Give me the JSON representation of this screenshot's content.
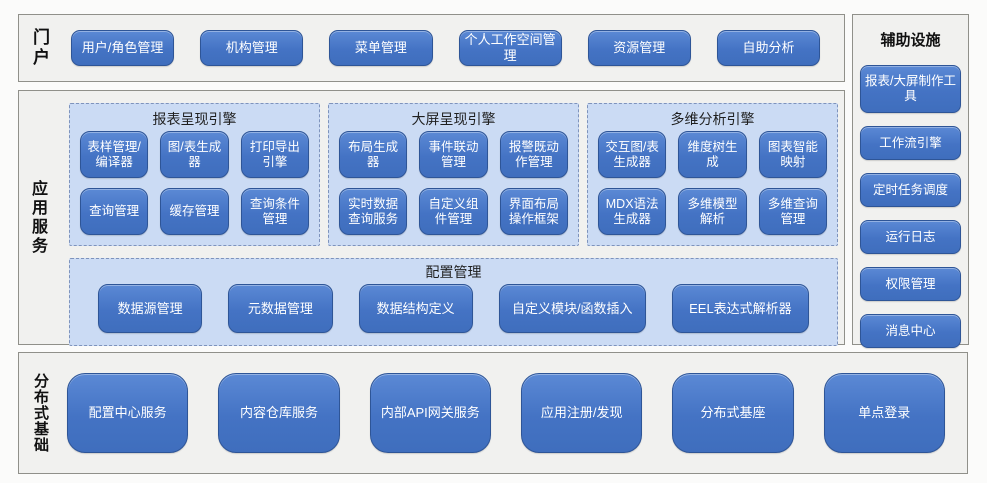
{
  "diagram": {
    "portal": {
      "label": "门户",
      "items": [
        "用户/角色管理",
        "机构管理",
        "菜单管理",
        "个人工作空间管理",
        "资源管理",
        "自助分析"
      ]
    },
    "app_services": {
      "label": "应用服务",
      "engines": [
        {
          "title": "报表呈现引擎",
          "items": [
            "表样管理/编译器",
            "图/表生成器",
            "打印导出引擎",
            "查询管理",
            "缓存管理",
            "查询条件管理"
          ]
        },
        {
          "title": "大屏呈现引擎",
          "items": [
            "布局生成器",
            "事件联动管理",
            "报警既动作管理",
            "实时数据查询服务",
            "自定义组件管理",
            "界面布局操作框架"
          ]
        },
        {
          "title": "多维分析引擎",
          "items": [
            "交互图/表生成器",
            "维度树生成",
            "图表智能映射",
            "MDX语法生成器",
            "多维模型解析",
            "多维查询管理"
          ]
        }
      ],
      "config": {
        "title": "配置管理",
        "items": [
          "数据源管理",
          "元数据管理",
          "数据结构定义",
          "自定义模块/函数插入",
          "EEL表达式解析器"
        ]
      }
    },
    "auxiliary": {
      "label": "辅助设施",
      "items": [
        "报表/大屏制作工具",
        "工作流引擎",
        "定时任务调度",
        "运行日志",
        "权限管理",
        "消息中心"
      ]
    },
    "distributed": {
      "label": "分布式基础",
      "items": [
        "配置中心服务",
        "内容仓库服务",
        "内部API网关服务",
        "应用注册/发现",
        "分布式基座",
        "单点登录"
      ]
    }
  },
  "colors": {
    "node_fill": "#4473C4",
    "node_border": "#2E5597",
    "node_text": "#FFFFFF",
    "panel_fill": "#CBDBF4",
    "panel_border": "#7E93BC",
    "section_fill": "#F1F1EF",
    "section_border": "#90908A",
    "title_text": "#1F1F1F",
    "page_bg": "#FBFBFA"
  }
}
